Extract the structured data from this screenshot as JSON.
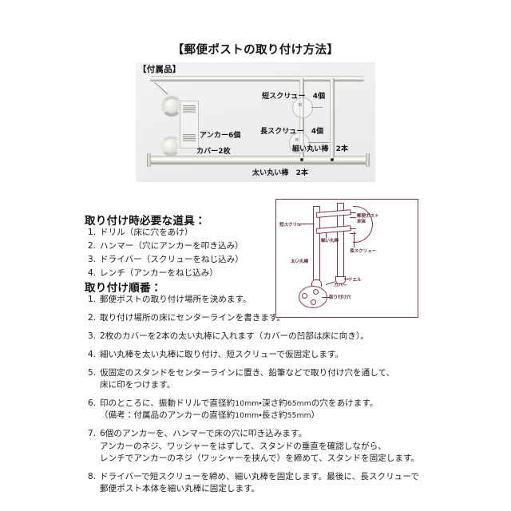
{
  "document": {
    "title": "【郵便ポストの取り付け方法】"
  },
  "parts_photo": {
    "caption": "【付属品】",
    "labels": {
      "anchor": "アンカー6個",
      "cover": "カバー2枚",
      "short_screw": "短スクリュー　4個",
      "long_screw": "長スクリュー　4個",
      "thin_rod": "細い丸い棒　2本",
      "thick_rod": "太い丸い棒　2本"
    },
    "screw_glyph": "≡"
  },
  "tools": {
    "heading": "取り付け時必要な道具：",
    "items": [
      {
        "num": "1.",
        "text": "ドリル（床に穴をあけ）"
      },
      {
        "num": "2.",
        "text": "ハンマー（穴にアンカーを叩き込み）"
      },
      {
        "num": "3.",
        "text": "ドライバー（スクリューをねじ込み）"
      },
      {
        "num": "4.",
        "text": "レンチ（アンカーをねじ込み）"
      }
    ]
  },
  "steps": {
    "heading": "取り付け順番：",
    "items": [
      {
        "num": "1.",
        "lines": [
          "郵便ポストの取り付け場所を決めます。"
        ]
      },
      {
        "num": "2.",
        "lines": [
          "取り付け場所の床にセンターラインを書きます。"
        ]
      },
      {
        "num": "3.",
        "lines": [
          "2枚のカバーを2本の太い丸棒に入れます（カバーの凹部は床に向き）。"
        ]
      },
      {
        "num": "4.",
        "lines": [
          "細い丸棒を太い丸棒に取り付け、短スクリューで仮固定します。"
        ]
      },
      {
        "num": "5.",
        "lines": [
          "仮固定のスタンドをセンターラインに置き、鉛筆などで取り付け穴を通して、",
          "床に印をつけます。"
        ]
      },
      {
        "num": "6.",
        "lines": [
          "印のところに、振動ドリルで直径約10mm・深さ約65mmの穴をあけます。",
          "（備考：付属品のアンカーの直径約10mm・長さ約55mm）"
        ]
      },
      {
        "num": "7.",
        "lines": [
          "6個のアンカーを、ハンマーで床の穴に叩き込みます。",
          "アンカーのネジ、ワッシャーをはずして、スタンドの垂直を確認しながら、",
          "レンチでアンカーのネジ（ワッシャーを挟んで）を締めて、スタンドを固定します。"
        ]
      },
      {
        "num": "8.",
        "lines": [
          "ドライバーで短スクリューを締め、細い丸棒を固定します。最後に、長スクリューで",
          "郵便ポスト本体を細い丸棒に固定します。"
        ]
      }
    ]
  },
  "detail_diagram": {
    "labels": {
      "short_screw": "短スクリュー",
      "thin_rod": "細い丸棒",
      "thick_rod": "太い丸棒",
      "post_body_line1": "郵便ポスト",
      "post_body_line2": "本体",
      "long_screw": "長スクリュー",
      "dowel": "ドエル",
      "cover": "カバー",
      "mount_hole": "取り付け穴"
    },
    "border_color": "#7a3a4a",
    "line_color": "#6e3344"
  }
}
